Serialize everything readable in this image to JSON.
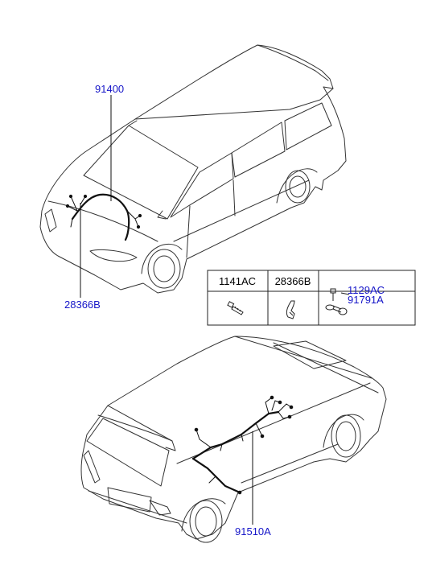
{
  "callouts": {
    "front_harness": "91400",
    "front_clip": "28366B",
    "rear_harness": "91510A"
  },
  "parts_table": {
    "columns": [
      {
        "code": "1141AC",
        "icon": "bolt-icon"
      },
      {
        "code": "28366B",
        "icon": "clip-icon"
      },
      {
        "code": "",
        "icon": "screw-and-ring-terminal-icon"
      }
    ],
    "side_labels": [
      "1129AC",
      "91791A"
    ]
  },
  "colors": {
    "callout_text": "#1515c8",
    "line_art": "#333333",
    "harness": "#111111"
  }
}
